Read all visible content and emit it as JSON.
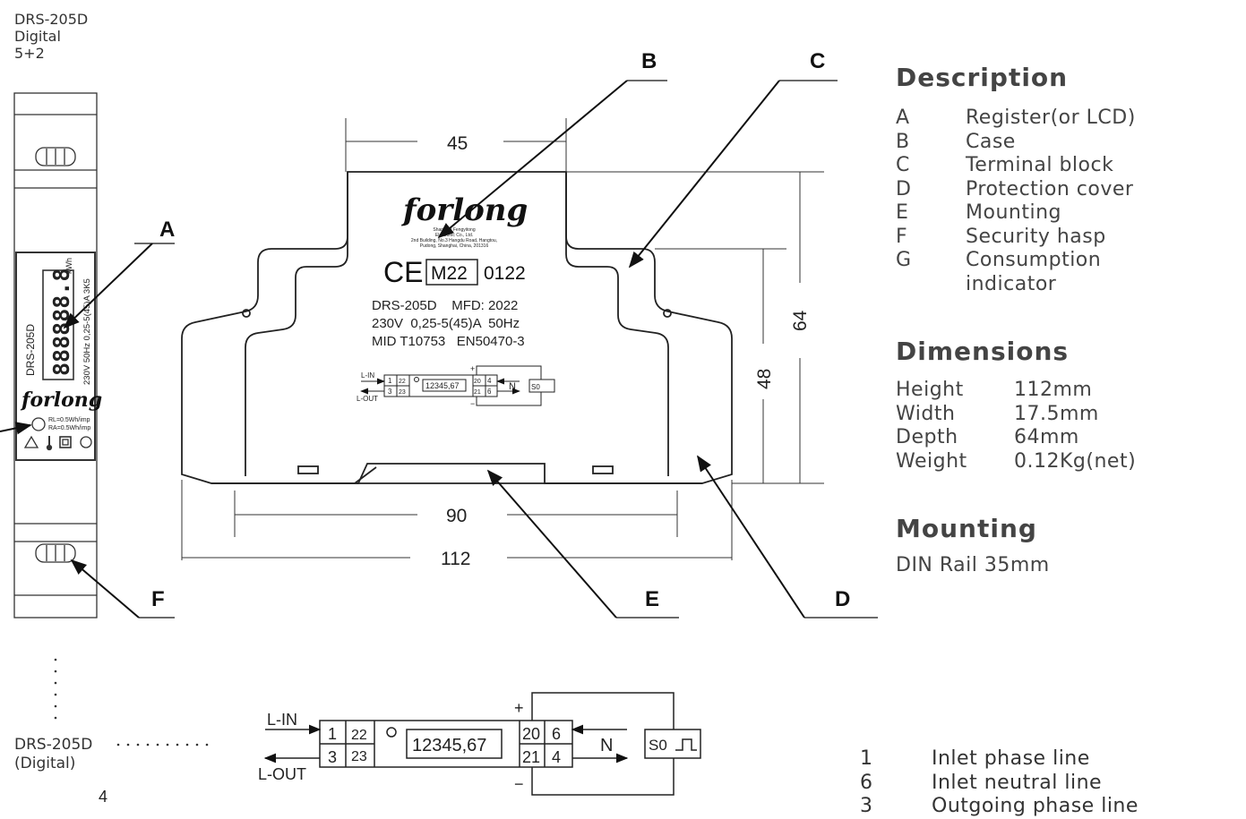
{
  "model_block": {
    "line1": "DRS-205D",
    "line2": "Digital",
    "line3": "5+2"
  },
  "labels": {
    "A": "A",
    "B": "B",
    "C": "C",
    "D": "D",
    "E": "E",
    "F": "F"
  },
  "dimensions_drawing": {
    "top_width": "45",
    "rail_width": "90",
    "total_width": "112",
    "depth_64": "64",
    "depth_48": "48"
  },
  "meter_face": {
    "brand": "forlong",
    "address_lines": [
      "Shanghai Fengyitong",
      "Electronic Co., Ltd.",
      "2nd Building, No.3 Hangdu Road, Hangtou,",
      "Pudong, Shanghai, China, 201316"
    ],
    "ce_mark": "CE",
    "metrology": "M22",
    "notified_body": "0122",
    "spec_lines": [
      "DRS-205D    MFD: 2022",
      "230V  0,25-5(45)A  50Hz",
      "MID T10753   EN50470-3"
    ],
    "small_wiring": {
      "lin": "L-IN",
      "lout": "L-OUT",
      "t1": "1",
      "t3": "3",
      "t22": "22",
      "t23": "23",
      "counter": "12345,67",
      "t20": "20",
      "t21": "21",
      "t4": "4",
      "t6": "6",
      "n": "N",
      "s0": "S0",
      "plus": "+",
      "minus": "−"
    }
  },
  "side_meter": {
    "model": "DRS-205D",
    "brand": "forlong",
    "lcd": "888888.8",
    "kwh": "kWh",
    "rating": "230V 50Hz 0,25-5(45)A 3K5",
    "led_lines": [
      "RL=0.5Wh/imp",
      "RA=0.5Wh/imp"
    ]
  },
  "wiring": {
    "lin": "L-IN",
    "lout": "L-OUT",
    "t1": "1",
    "t3": "3",
    "t22": "22",
    "t23": "23",
    "counter": "12345,67",
    "t20": "20",
    "t21": "21",
    "t6": "6",
    "t4": "4",
    "n": "N",
    "s0": "S0",
    "plus": "+",
    "minus": "−"
  },
  "bottom_left": {
    "line1": "DRS-205D",
    "line2": "(Digital)",
    "page": "4"
  },
  "description": {
    "title": "Description",
    "items": [
      {
        "k": "A",
        "v": "Register(or LCD)"
      },
      {
        "k": "B",
        "v": "Case"
      },
      {
        "k": "C",
        "v": "Terminal block"
      },
      {
        "k": "D",
        "v": "Protection cover"
      },
      {
        "k": "E",
        "v": "Mounting"
      },
      {
        "k": "F",
        "v": "Security hasp"
      },
      {
        "k": "G",
        "v": "Consumption"
      },
      {
        "k": "",
        "v": "indicator"
      }
    ]
  },
  "dimensions": {
    "title": "Dimensions",
    "items": [
      {
        "k": "Height",
        "v": "112mm"
      },
      {
        "k": "Width",
        "v": "17.5mm"
      },
      {
        "k": "Depth",
        "v": "64mm"
      },
      {
        "k": "Weight",
        "v": "0.12Kg(net)"
      }
    ]
  },
  "mounting": {
    "title": "Mounting",
    "value": "DIN Rail 35mm"
  },
  "terminal_legend": [
    {
      "k": "1",
      "v": "Inlet phase line"
    },
    {
      "k": "6",
      "v": "Inlet neutral line"
    },
    {
      "k": "3",
      "v": "Outgoing phase line"
    }
  ]
}
